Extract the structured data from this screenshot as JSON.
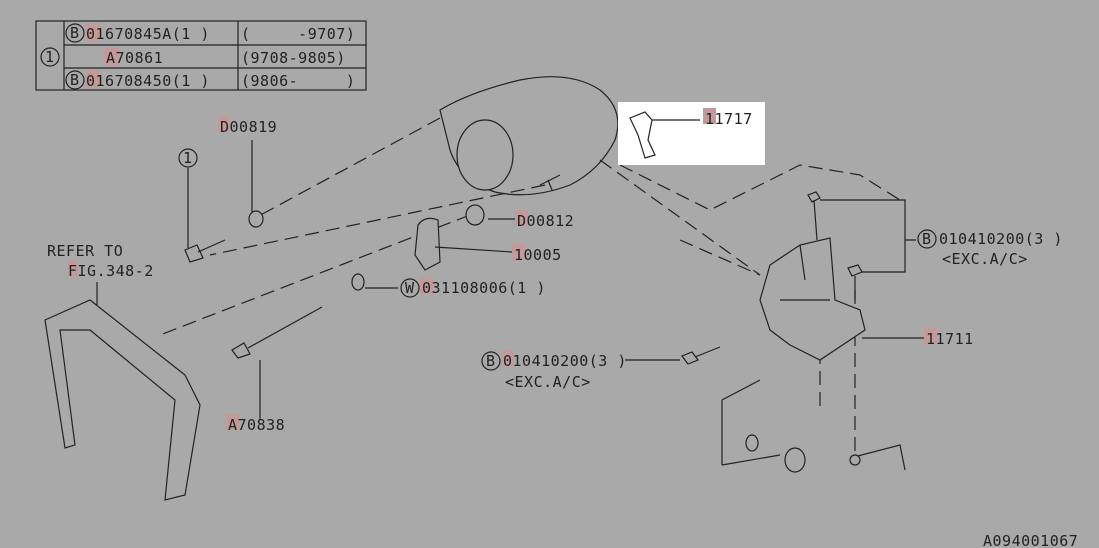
{
  "table": {
    "ref_marker": "1",
    "rows": [
      {
        "prefix": "B",
        "part": "01670845A(1 )",
        "range": "(     -9707)"
      },
      {
        "prefix": "",
        "part": "A70861",
        "range": "(9708-9805)"
      },
      {
        "prefix": "B",
        "part": "016708450(1 )",
        "range": "(9806-     )"
      }
    ]
  },
  "labels": {
    "d00819": "D00819",
    "ref_marker": "1",
    "refer_to": "REFER TO",
    "fig_ref": "FIG.348-2",
    "d00812": "D00812",
    "p10005": "10005",
    "washer_prefix": "W",
    "washer": "031108006(1 )",
    "a70838": "A70838",
    "p11717": "11717",
    "bolt_upper_prefix": "B",
    "bolt_upper": "010410200(3 )",
    "bolt_upper_note": "<EXC.A/C>",
    "p11711": "11711",
    "bolt_lower_prefix": "B",
    "bolt_lower": "010410200(3 )",
    "bolt_lower_note": "<EXC.A/C>",
    "diagram_id": "A094001067"
  },
  "colors": {
    "background": "#a9a9a9",
    "highlight": "#c29a9a",
    "ink": "#222222"
  }
}
